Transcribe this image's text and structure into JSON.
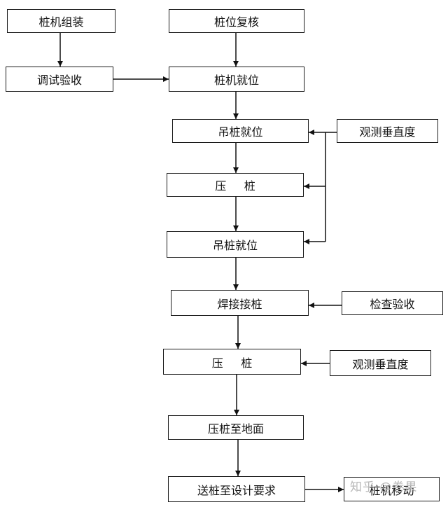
{
  "steps": {
    "pile_machine_assembly": "桩机组装",
    "debug_acceptance": "调试验收",
    "pile_position_check": "桩位复核",
    "pile_machine_in_place": "桩机就位",
    "lift_pile_in_place_1": "吊桩就位",
    "press_pile_1": "压     桩",
    "lift_pile_in_place_2": "吊桩就位",
    "weld_joint_pile": "焊接接桩",
    "press_pile_2": "压     桩",
    "press_pile_to_ground": "压桩至地面",
    "send_pile_to_design": "送桩至设计要求",
    "pile_machine_move": "桩机移动"
  },
  "side_checks": {
    "observe_verticality_1": "观测垂直度",
    "inspect_acceptance": "检查验收",
    "observe_verticality_2": "观测垂直度"
  },
  "watermark": "知乎 @卷果"
}
